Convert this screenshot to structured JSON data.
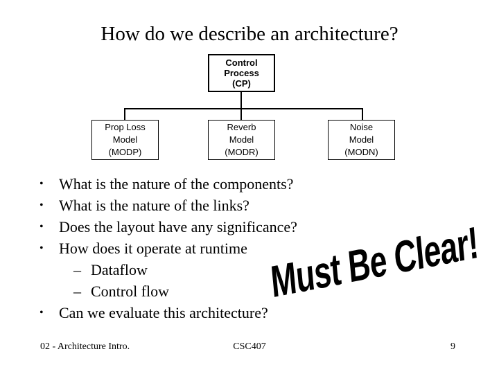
{
  "colors": {
    "background": "#ffffff",
    "text": "#000000",
    "box_border": "#000000",
    "connector": "#000000"
  },
  "slide": {
    "title": "How do we describe an architecture?",
    "diagram": {
      "root": {
        "lines": [
          "Control",
          "Process",
          "(CP)"
        ]
      },
      "children": [
        {
          "lines": [
            "Prop Loss",
            "Model",
            "(MODP)"
          ]
        },
        {
          "lines": [
            "Reverb",
            "Model",
            "(MODR)"
          ]
        },
        {
          "lines": [
            "Noise",
            "Model",
            "(MODN)"
          ]
        }
      ]
    },
    "markers": {
      "bullet": "•",
      "dash": "–"
    },
    "bullets": [
      {
        "level": 1,
        "text": "What is the nature of the components?"
      },
      {
        "level": 1,
        "text": "What is the nature of the links?"
      },
      {
        "level": 1,
        "text": "Does the layout have any significance?"
      },
      {
        "level": 1,
        "text": "How does it operate at runtime"
      },
      {
        "level": 2,
        "text": "Dataflow"
      },
      {
        "level": 2,
        "text": "Control flow"
      },
      {
        "level": 1,
        "text": "Can we evaluate this architecture?"
      }
    ],
    "wordart": "Must Be Clear!",
    "footer": {
      "left": "02 - Architecture Intro.",
      "center": "CSC407",
      "page_number": "9"
    }
  }
}
